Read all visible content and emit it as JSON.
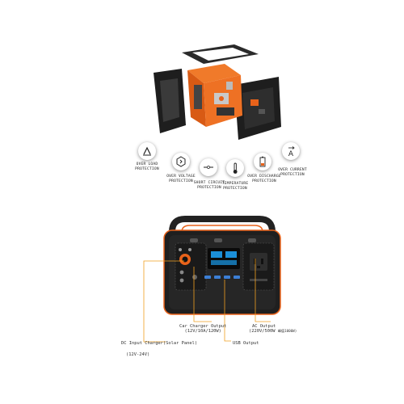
{
  "protections": [
    {
      "icon": "overload-icon",
      "line1": "OVER LOAD",
      "line2": "PROTECTION"
    },
    {
      "icon": "overvoltage-icon",
      "line1": "OVER VOLTAGE",
      "line2": "PROTECTION"
    },
    {
      "icon": "short-circuit-icon",
      "line1": "SHORT CIRCUIT",
      "line2": "PROTECTION"
    },
    {
      "icon": "temperature-icon",
      "line1": "TEMPERATURE",
      "line2": "PROTECTION"
    },
    {
      "icon": "over-discharge-icon",
      "line1": "OVER DISCHARGE",
      "line2": "PROTECTION"
    },
    {
      "icon": "overcurrent-icon",
      "line1": "OVER CURRENT",
      "line2": "PROTECTION",
      "symbol": "A"
    }
  ],
  "callouts": {
    "car_charger": {
      "title": "Car Charger Output",
      "spec": "(12V/10A/120W)"
    },
    "ac_output": {
      "title": "AC Output",
      "spec": "(220V/500W",
      "spec_small": "峰值1000W)"
    },
    "dc_input": {
      "title": "DC Input Charger(Solar Panel)",
      "spec": "(12V-24V)"
    },
    "usb_output": {
      "title": "USB Output"
    }
  },
  "colors": {
    "accent": "#e8621a",
    "body": "#1f1f1f",
    "callout_line": "#f0a020"
  }
}
